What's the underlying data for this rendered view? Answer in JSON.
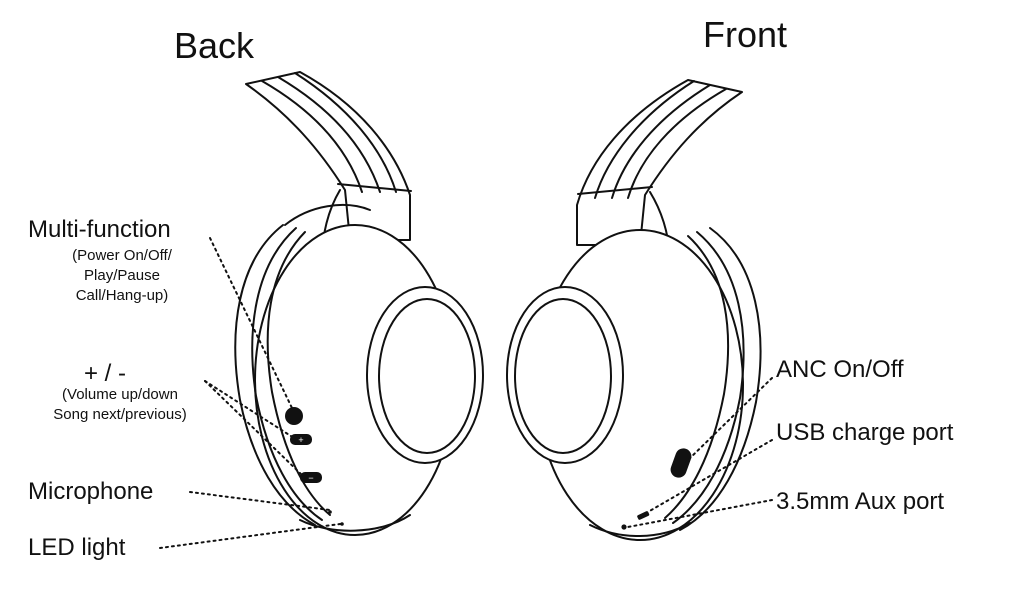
{
  "headings": {
    "back": "Back",
    "front": "Front"
  },
  "back_labels": {
    "multifunction": {
      "title": "Multi-function",
      "lines": [
        "(Power On/Off/",
        "Play/Pause",
        "Call/Hang-up)"
      ]
    },
    "volume": {
      "title": "+ / -",
      "lines": [
        "(Volume up/down",
        "Song next/previous)"
      ]
    },
    "microphone": "Microphone",
    "led": "LED light"
  },
  "front_labels": {
    "anc": "ANC On/Off",
    "usb": "USB charge port",
    "aux": "3.5mm Aux port"
  },
  "button_glyphs": {
    "plus": "+",
    "minus": "−"
  },
  "colors": {
    "line": "#111111",
    "background": "#ffffff"
  }
}
